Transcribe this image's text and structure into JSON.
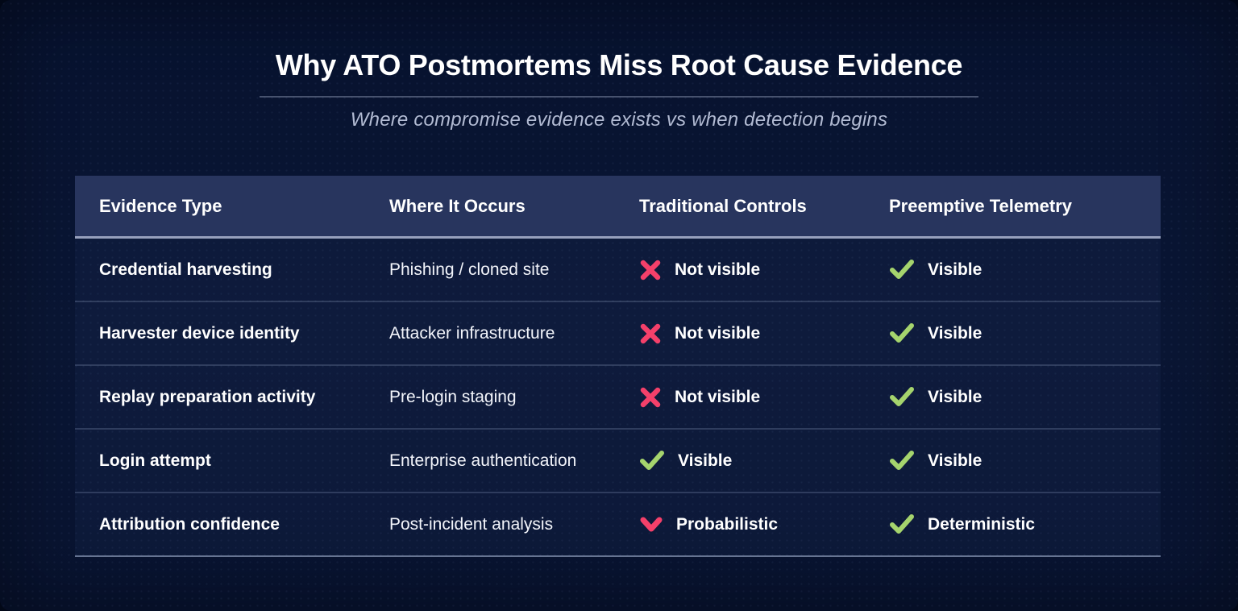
{
  "page": {
    "title": "Why ATO Postmortems Miss Root Cause Evidence",
    "subtitle": "Where compromise evidence exists vs when detection begins"
  },
  "colors": {
    "background": "#0a1634",
    "header_band": "#28355e",
    "negative_accent": "#f4406a",
    "positive_accent": "#a5d46d",
    "title_text": "#ffffff",
    "subtitle_text": "#b2bbd3"
  },
  "chart_data": {
    "type": "table",
    "title": "Why ATO Postmortems Miss Root Cause Evidence",
    "subtitle": "Where compromise evidence exists vs when detection begins",
    "columns": [
      "Evidence Type",
      "Where It Occurs",
      "Traditional Controls",
      "Preemptive Telemetry"
    ],
    "rows": [
      [
        "Credential harvesting",
        "Phishing / cloned site",
        "Not visible",
        "Visible"
      ],
      [
        "Harvester device identity",
        "Attacker infrastructure",
        "Not visible",
        "Visible"
      ],
      [
        "Replay preparation activity",
        "Pre-login staging",
        "Not visible",
        "Visible"
      ],
      [
        "Login attempt",
        "Enterprise authentication",
        "Visible",
        "Visible"
      ],
      [
        "Attribution confidence",
        "Post-incident analysis",
        "Probabilistic",
        "Deterministic"
      ]
    ],
    "legend_position": "none",
    "grid": "row-dividers"
  },
  "table": {
    "columns": [
      "Evidence Type",
      "Where It Occurs",
      "Traditional Controls",
      "Preemptive Telemetry"
    ],
    "rows": [
      {
        "evidence_type": "Credential harvesting",
        "where": "Phishing / cloned site",
        "traditional": {
          "icon": "cross-icon",
          "tone": "negative",
          "label": "Not visible"
        },
        "preemptive": {
          "icon": "check-icon",
          "tone": "positive",
          "label": "Visible"
        }
      },
      {
        "evidence_type": "Harvester device identity",
        "where": "Attacker infrastructure",
        "traditional": {
          "icon": "cross-icon",
          "tone": "negative",
          "label": "Not visible"
        },
        "preemptive": {
          "icon": "check-icon",
          "tone": "positive",
          "label": "Visible"
        }
      },
      {
        "evidence_type": "Replay preparation activity",
        "where": "Pre-login staging",
        "traditional": {
          "icon": "cross-icon",
          "tone": "negative",
          "label": "Not visible"
        },
        "preemptive": {
          "icon": "check-icon",
          "tone": "positive",
          "label": "Visible"
        }
      },
      {
        "evidence_type": "Login attempt",
        "where": "Enterprise authentication",
        "traditional": {
          "icon": "check-icon",
          "tone": "positive",
          "label": "Visible"
        },
        "preemptive": {
          "icon": "check-icon",
          "tone": "positive",
          "label": "Visible"
        }
      },
      {
        "evidence_type": "Attribution confidence",
        "where": "Post-incident analysis",
        "traditional": {
          "icon": "chevron-down-icon",
          "tone": "negative",
          "label": "Probabilistic"
        },
        "preemptive": {
          "icon": "check-icon",
          "tone": "positive",
          "label": "Deterministic"
        }
      }
    ]
  }
}
